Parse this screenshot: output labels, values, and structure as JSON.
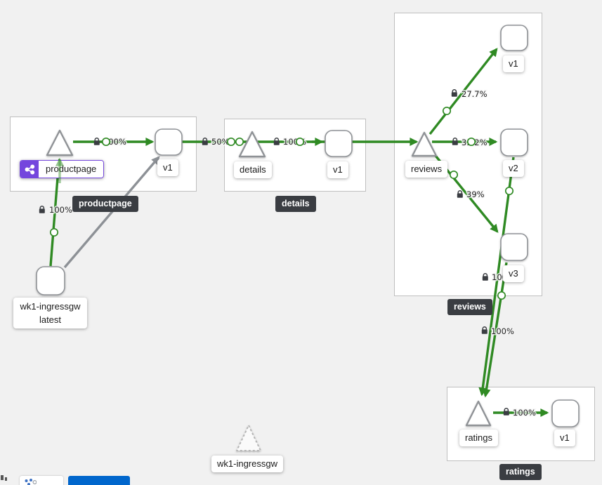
{
  "graph": {
    "groups": {
      "productpage": {
        "tooltip": "productpage"
      },
      "details": {
        "tooltip": "details"
      },
      "reviews": {
        "tooltip": "reviews"
      },
      "ratings": {
        "tooltip": "ratings"
      }
    },
    "nodes": {
      "productpage_service": {
        "label": "productpage"
      },
      "productpage_v1": {
        "label": "v1"
      },
      "details_service": {
        "label": "details"
      },
      "details_v1": {
        "label": "v1"
      },
      "reviews_service": {
        "label": "reviews"
      },
      "reviews_v1": {
        "label": "v1"
      },
      "reviews_v2": {
        "label": "v2"
      },
      "reviews_v3": {
        "label": "v3"
      },
      "ratings_service": {
        "label": "ratings"
      },
      "ratings_v1": {
        "label": "v1"
      },
      "ingress_workload": {
        "label_line1": "wk1-ingressgw",
        "label_line2": "latest"
      },
      "idle_gateway_service": {
        "label": "wk1-ingressgw"
      }
    },
    "edge_labels": {
      "ingress_to_productpage": "100%",
      "productpage_to_v1": "100%",
      "productpage_v1_to_details": "50%",
      "details_to_v1": "100%",
      "reviews_to_v1": "27.7%",
      "reviews_to_v2": "33.2%",
      "reviews_to_v3": "39%",
      "reviews_v3_to_ratings": "100%",
      "reviews_v2_to_ratings": "100%",
      "ratings_to_v1": "100%"
    }
  },
  "colors": {
    "edge_traffic": "#2f8a23",
    "edge_idle": "#8d9196",
    "app_badge": "#7446dd",
    "tooltip_bg": "#3a3d42",
    "primary_button": "#0066cc"
  }
}
